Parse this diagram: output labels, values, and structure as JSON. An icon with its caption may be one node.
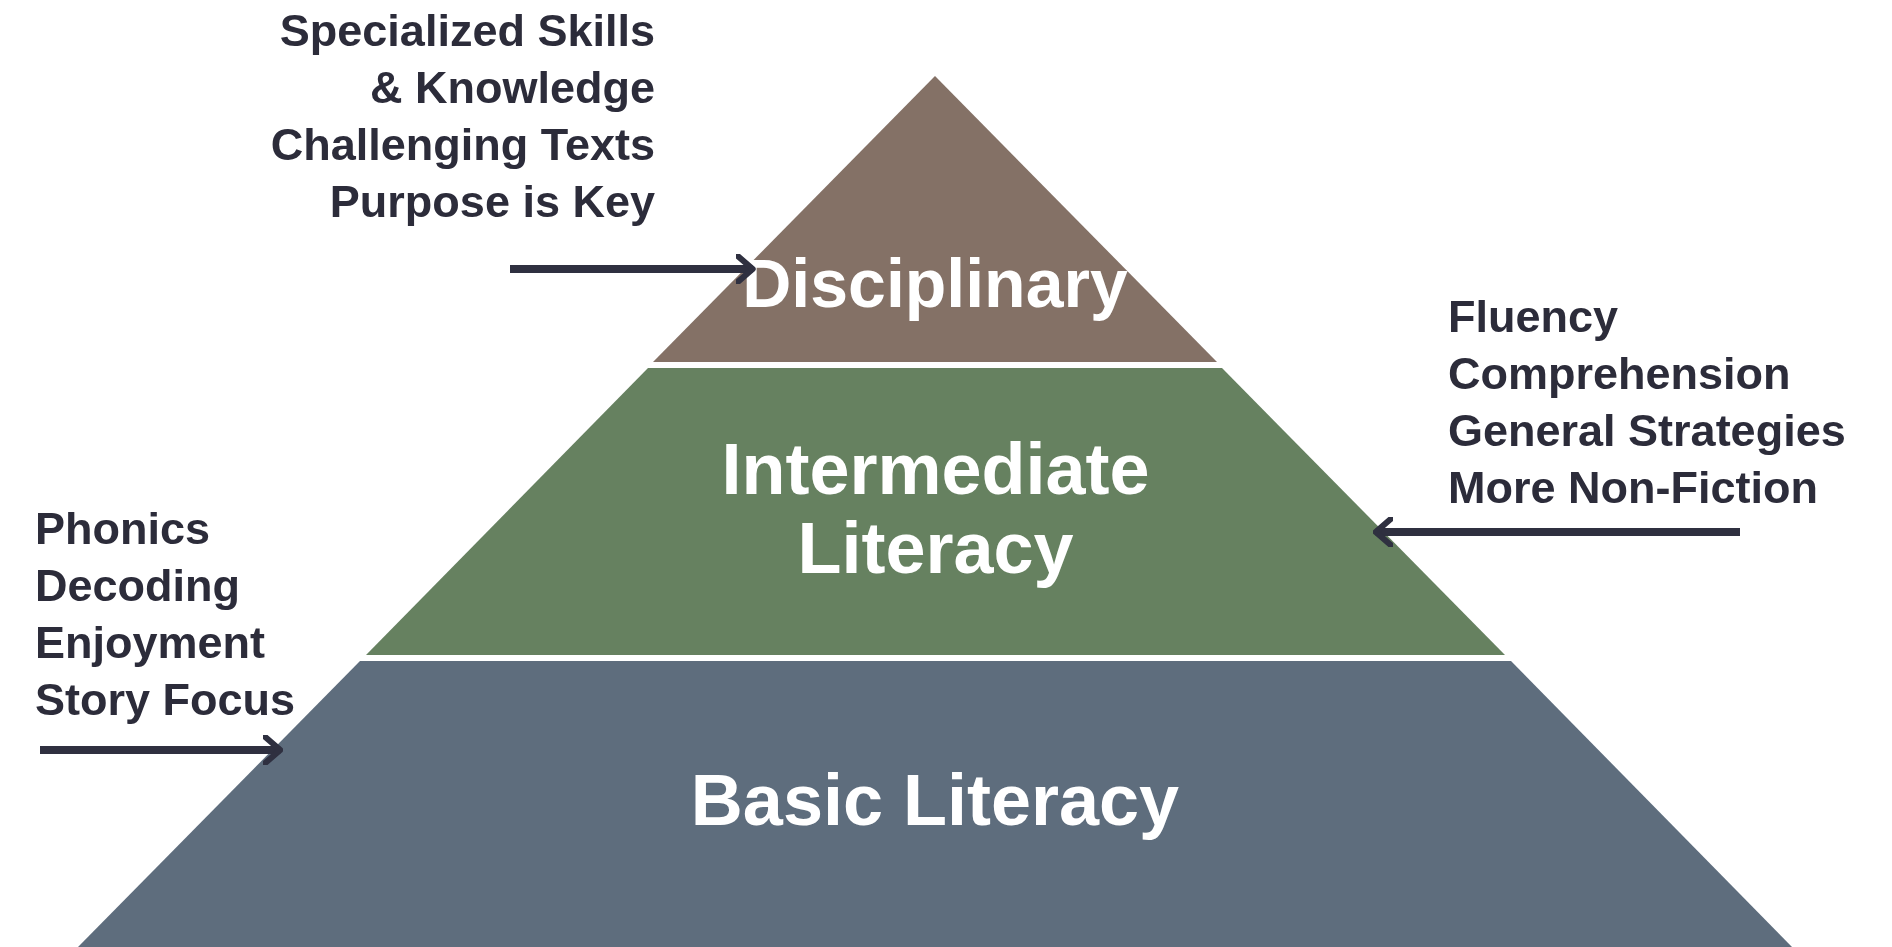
{
  "diagram": {
    "nodes": [
      {
        "text": [
          "Specialized Skills & Knowledge",
          "Challenging Texts",
          "Purpose is Key"
        ]
      },
      {
        "text": [
          "Disciplinary"
        ]
      },
      {
        "text": [
          "Fluency",
          "Comprehension",
          "General Strategies",
          "More Non-Fiction"
        ]
      },
      {
        "text": [
          "Intermediate Literacy"
        ]
      },
      {
        "text": [
          "Phonics",
          "Decoding",
          "Enjoyment",
          "Story Focus"
        ]
      },
      {
        "text": [
          "Basic Literacy"
        ]
      }
    ],
    "edges": [
      {
        "from": 0,
        "to": 1,
        "arrow": "to"
      },
      {
        "from": 2,
        "to": 3,
        "arrow": "to"
      },
      {
        "from": 4,
        "to": 5,
        "arrow": "to"
      }
    ]
  }
}
